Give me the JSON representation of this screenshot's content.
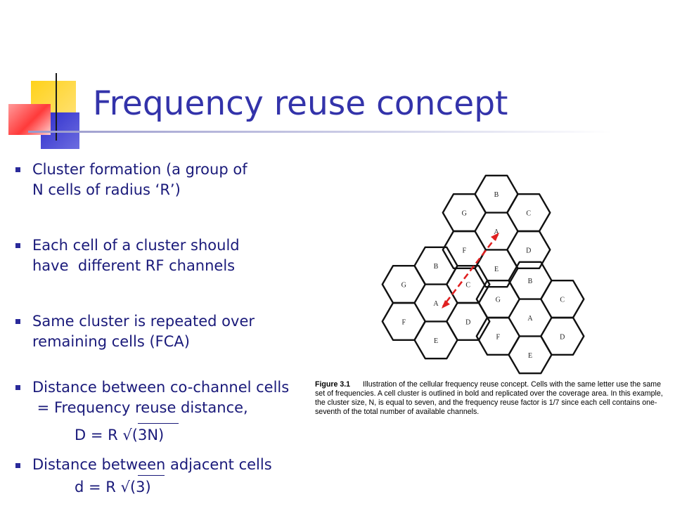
{
  "title": "Frequency reuse concept",
  "bullets": [
    {
      "lines": [
        "Cluster formation (a group of",
        "N cells of radius ‘R’)"
      ]
    },
    {
      "lines": [
        "Each cell of a cluster should",
        "have  different RF channels"
      ]
    },
    {
      "lines": [
        "Same cluster is repeated over",
        "remaining cells (FCA)"
      ]
    },
    {
      "lines": [
        "Distance between co-channel cells",
        " = Frequency reuse distance,"
      ]
    },
    {
      "lines": [
        "Distance between adjacent cells"
      ]
    }
  ],
  "equations": {
    "reuse": {
      "prefix": "D = R ",
      "radical": "√",
      "arg": "(3N)"
    },
    "adjacent": {
      "prefix": "d = R ",
      "radical": "√",
      "arg": "(3)"
    }
  },
  "figure": {
    "caption_label": "Figure 3.1",
    "caption_text": "Illustration of the cellular frequency reuse concept. Cells with the same letter use the same set of frequencies. A cell cluster is outlined in bold and replicated over the coverage area. In this example, the cluster size, N, is equal to seven, and the frequency reuse factor is 1/7 since each cell contains one-seventh of the total number of available channels.",
    "clusters": [
      {
        "center": "A",
        "ring": [
          "B",
          "C",
          "D",
          "E",
          "F",
          "G"
        ]
      },
      {
        "center": "A",
        "ring": [
          "B",
          "C",
          "D",
          "E",
          "F",
          "G"
        ]
      },
      {
        "center": "A",
        "ring": [
          "B",
          "C",
          "D",
          "E",
          "F",
          "G"
        ]
      }
    ]
  },
  "colors": {
    "title": "#3333aa",
    "text": "#1a1a7a",
    "arrow": "#e02020",
    "deco_yellow": "#ffcc00",
    "deco_blue": "#3333cc",
    "deco_red": "#ff4444"
  }
}
